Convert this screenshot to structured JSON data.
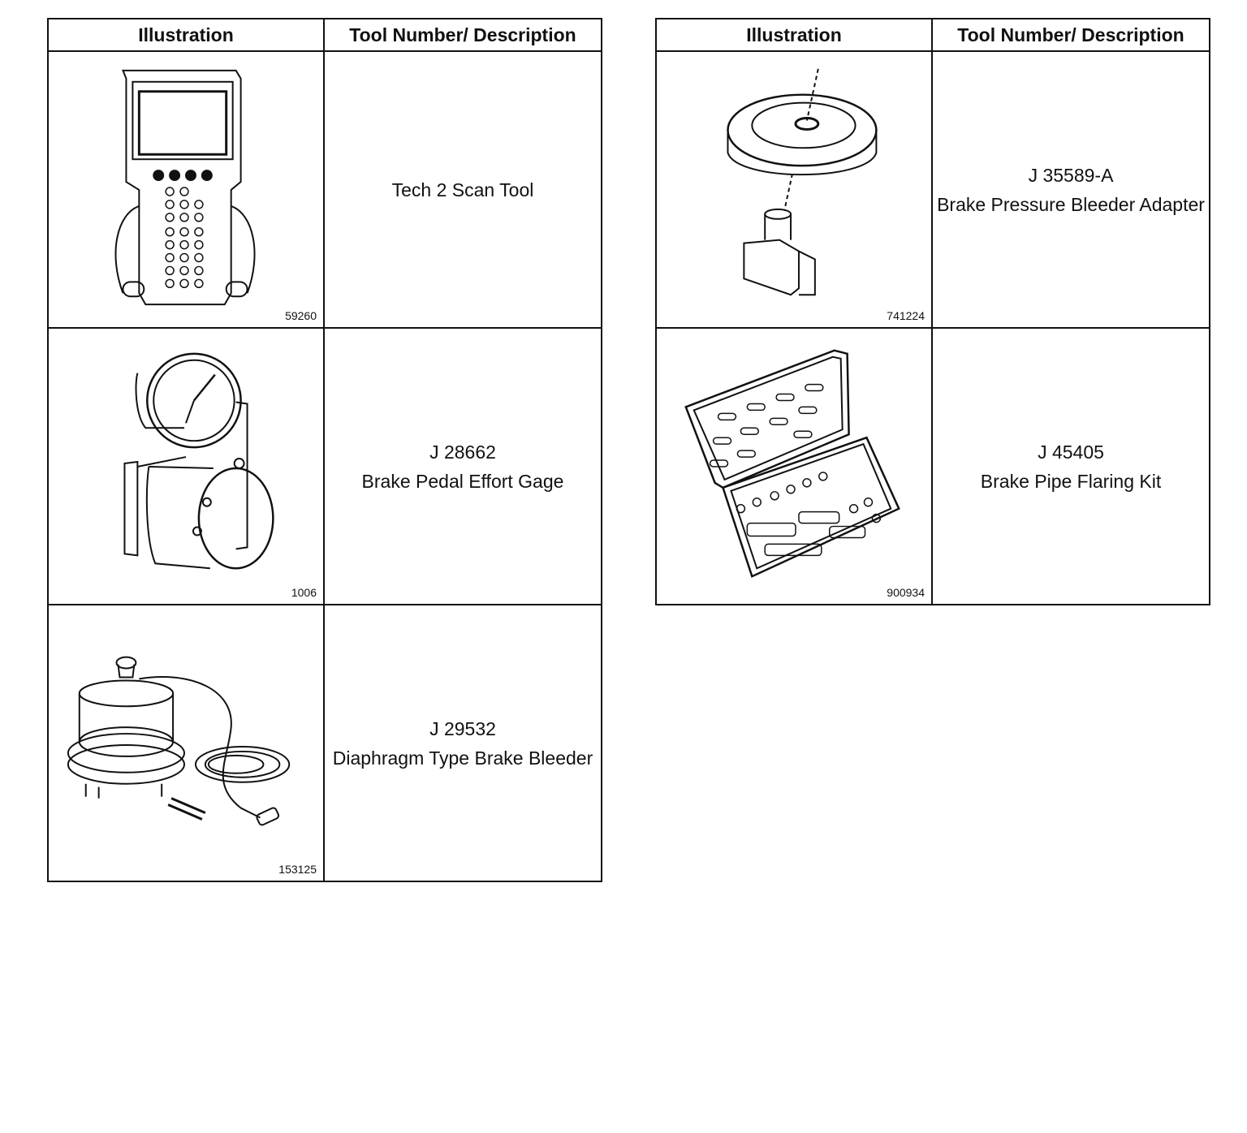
{
  "left_table": {
    "headers": [
      "Illustration",
      "Tool Number/ Description"
    ],
    "rows": [
      {
        "illustration": "scan-tool",
        "figure_number": "59260",
        "tool_number": "",
        "description": "Tech 2 Scan Tool"
      },
      {
        "illustration": "pedal-gage",
        "figure_number": "1006",
        "tool_number": "J 28662",
        "description": "Brake Pedal Effort Gage"
      },
      {
        "illustration": "brake-bleeder",
        "figure_number": "153125",
        "tool_number": "J 29532",
        "description": "Diaphragm Type Brake Bleeder"
      }
    ]
  },
  "right_table": {
    "headers": [
      "Illustration",
      "Tool Number/ Description"
    ],
    "rows": [
      {
        "illustration": "bleeder-adapter",
        "figure_number": "741224",
        "tool_number": "J 35589-A",
        "description": "Brake Pressure Bleeder Adapter"
      },
      {
        "illustration": "flaring-kit",
        "figure_number": "900934",
        "tool_number": "J 45405",
        "description": "Brake Pipe Flaring Kit"
      }
    ]
  }
}
